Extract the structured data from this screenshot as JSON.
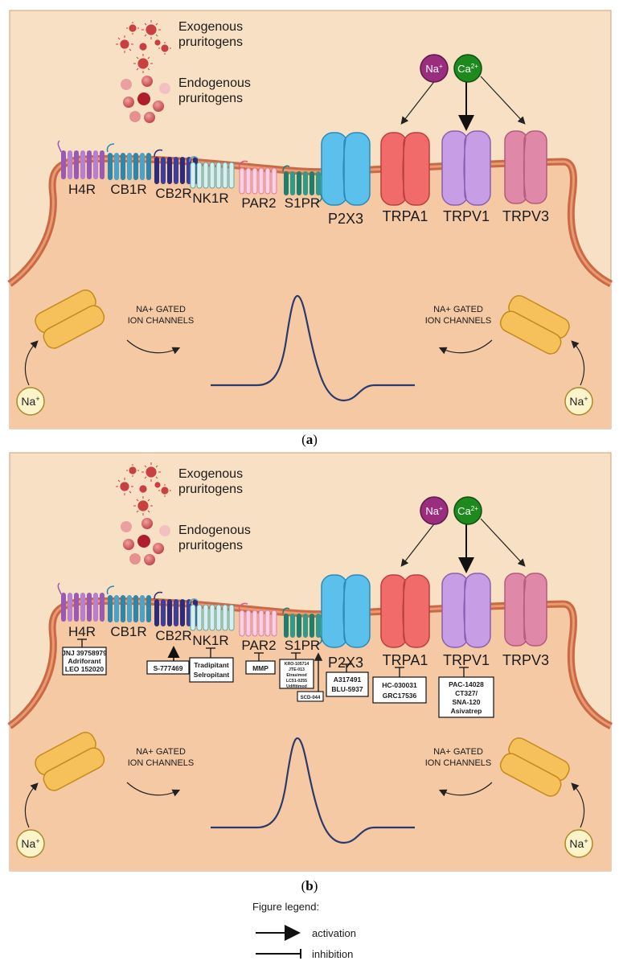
{
  "pruritogens": {
    "exogenous": [
      "Exogenous",
      "pruritogens"
    ],
    "endogenous": [
      "Endogenous",
      "pruritogens"
    ]
  },
  "ions": {
    "na": "Na",
    "ca": "Ca",
    "na_sup": "+",
    "ca_sup": "2+"
  },
  "receptors": [
    "H4R",
    "CB1R",
    "CB2R",
    "NK1R",
    "PAR2",
    "S1PR"
  ],
  "channels": [
    "P2X3",
    "TRPA1",
    "TRPV1",
    "TRPV3"
  ],
  "na_gated": {
    "line1": "NA+ GATED",
    "line2": "ION CHANNELS"
  },
  "drugs": {
    "h4r": [
      "JNJ 39758979",
      "Adriforant",
      "LEO 152020"
    ],
    "cb2r": [
      "S-777469"
    ],
    "nk1r": [
      "Tradipitant",
      "Selropitant"
    ],
    "par2": [
      "MMP"
    ],
    "s1pr": [
      "KRO-105714",
      "JTE-013",
      "Etrasimod",
      "LC51-0255",
      "Udifitimod"
    ],
    "s1pr_agonist": [
      "SCD-044"
    ],
    "p2x3": [
      "A317491",
      "BLU-5937"
    ],
    "trpa1": [
      "HC-030031",
      "GRC17536"
    ],
    "trpv1": [
      "PAC-14028",
      "CT327/",
      "SNA-120",
      "Asivatrep"
    ]
  },
  "captions": {
    "a": "a",
    "b": "b"
  },
  "legend": {
    "title": "Figure legend:",
    "activation": "activation",
    "inhibition": "inhibition"
  },
  "colors": {
    "panel_bg": "#f8e0c4",
    "cell_fill": "#f6c9a5",
    "membrane": "#d87a55",
    "h4r": "#9b59b6",
    "cb1r": "#2e86ab",
    "cb2r": "#2c2c7a",
    "nk1r": "#a8d8d8",
    "par2": "#f4a6c0",
    "s1pr": "#1e7f6e",
    "p2x3": "#5bc0eb",
    "trpa1": "#f26b6b",
    "trpv1": "#c79ee6",
    "trpv3": "#e088a8",
    "na_ion": "#9b2d7f",
    "ca_ion": "#1e8a1e",
    "nav": "#f6c15a",
    "trace": "#2b3a6b"
  }
}
